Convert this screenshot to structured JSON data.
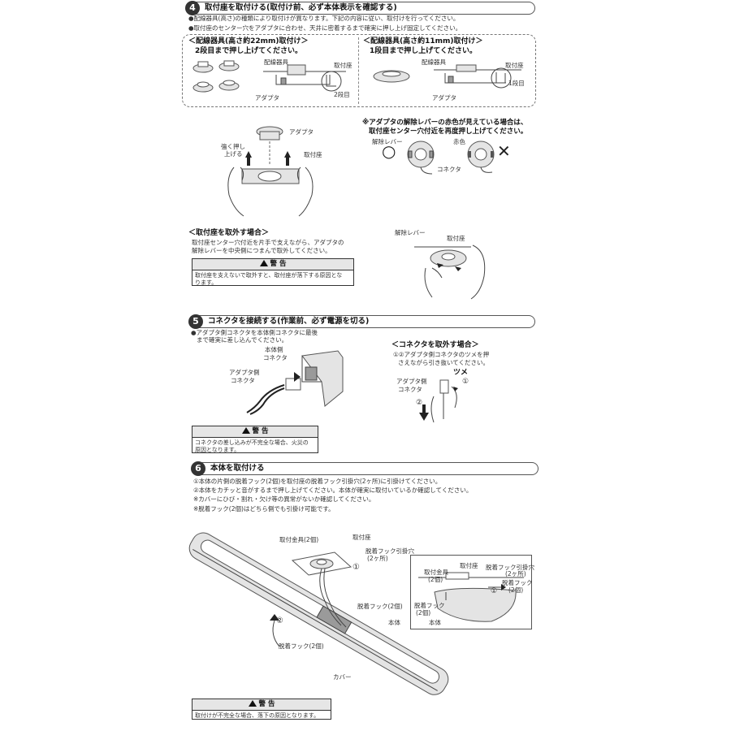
{
  "section4": {
    "number": "4",
    "title": "取付座を取付ける(取付け前、必ず本体表示を確認する)",
    "note1": "●配線器具(高さ)の種類により取付けが異なります。下記の内容に従い、取付けを行ってください。",
    "note2": "●取付座のセンター穴をアダプタに合わせ、天井に密着するまで確実に押し上げ固定してください。",
    "box_left": {
      "title_line1": "＜配線器具(高さ約22mm)取付け＞",
      "title_line2": "2段目まで押し上げてください。",
      "label_wiring": "配線器具",
      "label_mount": "取付座",
      "label_adapter": "アダプタ",
      "label_step": "2段目"
    },
    "box_right": {
      "title_line1": "＜配線器具(高さ約11mm)取付け＞",
      "title_line2": "1段目まで押し上げてください。",
      "label_wiring": "配線器具",
      "label_mount": "取付座",
      "label_adapter": "アダプタ",
      "label_step": "1段目"
    },
    "fig_push": {
      "label_adapter": "アダプタ",
      "label_push_line1": "強く押し",
      "label_push_line2": "上げる",
      "label_mount": "取付座"
    },
    "lever_note_line1": "※アダプタの解除レバーの赤色が見えている場合は、",
    "lever_note_line2": "取付座センター穴付近を再度押し上げてください。",
    "lever_fig": {
      "label_lever": "解除レバー",
      "label_red": "赤色",
      "label_connector": "コネクタ",
      "mark_ok": "○",
      "mark_ng": "✕"
    },
    "remove_title": "＜取付座を取外す場合＞",
    "remove_text_line1": "取付座センター穴付近を片手で支えながら、アダプタの",
    "remove_text_line2": "解除レバーを中央側につまんで取外してください。",
    "remove_fig": {
      "label_lever": "解除レバー",
      "label_mount": "取付座"
    },
    "warning": {
      "heading": "警 告",
      "line1": "取付座を支えないで取外すと、取付座が落下する原因とな",
      "line2": "ります。"
    }
  },
  "section5": {
    "number": "5",
    "title": "コネクタを接続する(作業前、必ず電源を切る)",
    "note_line1": "●アダプタ側コネクタを本体側コネクタに最後",
    "note_line2": "まで確実に差し込んでください。",
    "fig_connect": {
      "label_body_line1": "本体側",
      "label_body_line2": "コネクタ",
      "label_adapter_line1": "アダプタ側",
      "label_adapter_line2": "コネクタ"
    },
    "remove_title": "＜コネクタを取外す場合＞",
    "remove_text_line1": "①②アダプタ側コネクタのツメを押",
    "remove_text_line2": "さえながら引き抜いてください。",
    "fig_remove": {
      "label_claw": "ツメ",
      "label_adapter_line1": "アダプタ側",
      "label_adapter_line2": "コネクタ",
      "step1": "①",
      "step2": "②"
    },
    "warning": {
      "heading": "警 告",
      "line1": "コネクタの差し込みが不完全な場合、火災の",
      "line2": "原因となります。"
    }
  },
  "section6": {
    "number": "6",
    "title": "本体を取付ける",
    "line1": "①本体の片側の脱着フック(2個)を取付座の脱着フック引掛穴(2ヶ所)に引掛けてください。",
    "line2": "②本体をカチッと音がするまで押し上げてください。本体が確実に取付いているか確認してください。",
    "line3": "※カバーにひび・割れ・欠け等の異常がないか確認してください。",
    "line4": "※脱着フック(2個)はどちら側でも引掛け可能です。",
    "fig_main": {
      "label_bracket": "取付金具(2個)",
      "label_mount": "取付座",
      "label_hole_line1": "脱着フック引掛穴",
      "label_hole_line2": "(2ヶ所)",
      "label_hook_a": "脱着フック(2個)",
      "label_body": "本体",
      "label_hook_b": "脱着フック(2個)",
      "label_cover": "カバー",
      "step1": "①",
      "step2": "②"
    },
    "fig_detail": {
      "label_bracket_line1": "取付金具",
      "label_bracket_line2": "(2個)",
      "label_mount": "取付座",
      "label_hole_line1": "脱着フック引掛穴",
      "label_hole_line2": "(2ヶ所)",
      "label_hook_r_line1": "脱着フック",
      "label_hook_r_line2": "(2個)",
      "label_hook_l_line1": "脱着フック",
      "label_hook_l_line2": "(2個)",
      "label_body": "本体",
      "step1": "①"
    },
    "warning": {
      "heading": "警 告",
      "line1": "取付けが不完全な場合、落下の原因となります。"
    }
  }
}
